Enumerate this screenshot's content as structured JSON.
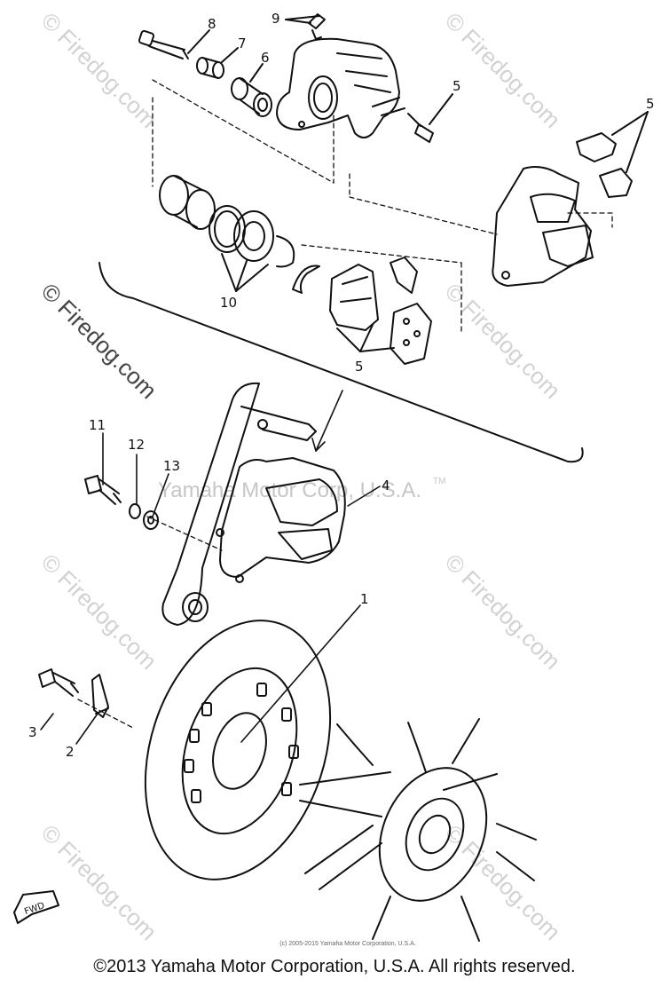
{
  "callouts": {
    "c1": "1",
    "c2": "2",
    "c3": "3",
    "c4": "4",
    "c5a": "5",
    "c5b": "5",
    "c5c": "5",
    "c6": "6",
    "c7": "7",
    "c8": "8",
    "c9": "9",
    "c10": "10",
    "c11": "11",
    "c12": "12",
    "c13": "13"
  },
  "watermarks": {
    "site": "© Firedog.com",
    "trademark": "Yamaha Motor Corp, U.S.A."
  },
  "copyright": {
    "small": "(c) 2005-2015 Yamaha Motor Corporation, U.S.A.",
    "main": "©2013 Yamaha Motor Corporation, U.S.A. All rights reserved."
  },
  "badges": {
    "fwd": "FWD"
  },
  "colors": {
    "line": "#111111",
    "watermark": "#d2d2d2"
  }
}
